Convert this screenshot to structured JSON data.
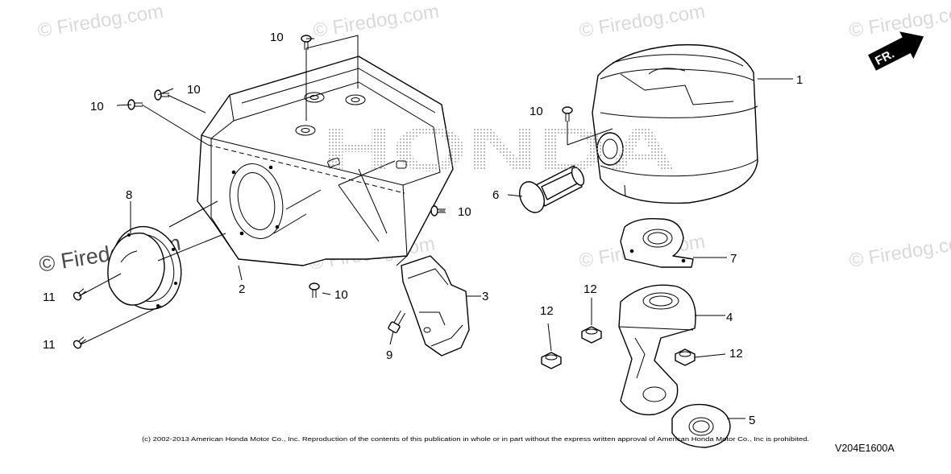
{
  "watermarks": {
    "site": "Firedog.com",
    "symbol": "©",
    "brand": "HONDA"
  },
  "orientation": {
    "label": "FR."
  },
  "callouts": [
    "1",
    "2",
    "3",
    "4",
    "5",
    "6",
    "7",
    "8",
    "9",
    "10",
    "10",
    "10",
    "10",
    "10",
    "10",
    "11",
    "11",
    "12",
    "12",
    "12"
  ],
  "copyright": "(c) 2002-2013 American Honda Motor Co., Inc. Reproduction of the contents of this publication in whole or in part without the express written approval of American Honda Motor Co., Inc is prohibited.",
  "diagram_code": "V204E1600A"
}
